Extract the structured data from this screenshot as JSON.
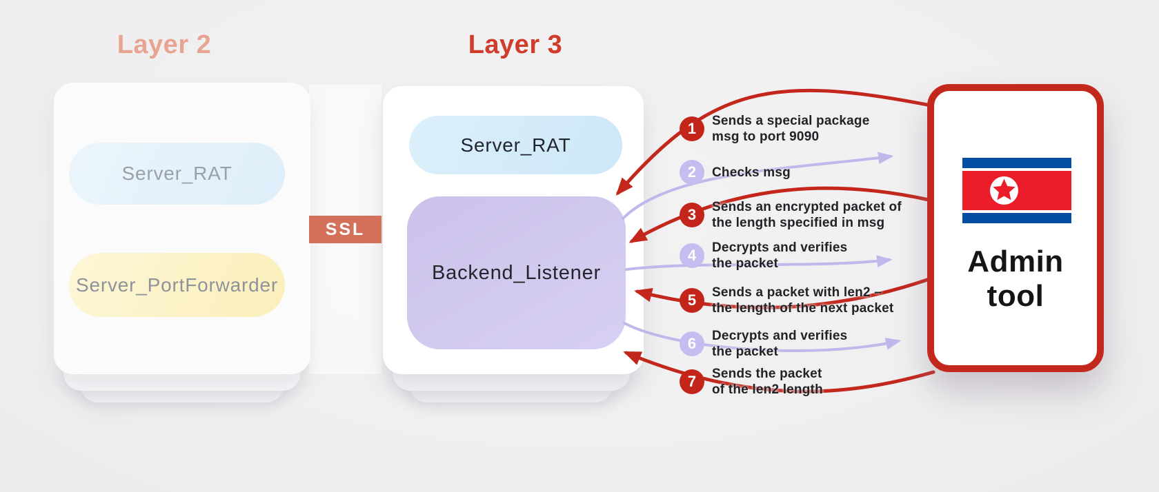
{
  "layer2": {
    "title": "Layer 2",
    "nodes": [
      "Server_RAT",
      "Server_PortForwarder"
    ]
  },
  "layer3": {
    "title": "Layer 3",
    "nodes": [
      "Server_RAT",
      "Backend_Listener"
    ]
  },
  "ssl": {
    "label": "SSL"
  },
  "admin": {
    "line1": "Admin",
    "line2": "tool",
    "flag": "north-korea-flag"
  },
  "steps": [
    {
      "num": "1",
      "color": "red",
      "lines": [
        "Sends a special package",
        "msg to port 9090"
      ]
    },
    {
      "num": "2",
      "color": "lavender",
      "lines": [
        "Checks msg"
      ]
    },
    {
      "num": "3",
      "color": "red",
      "lines": [
        "Sends an encrypted packet of",
        "the length specified in msg"
      ]
    },
    {
      "num": "4",
      "color": "lavender",
      "lines": [
        "Decrypts and verifies",
        "the packet"
      ]
    },
    {
      "num": "5",
      "color": "red",
      "lines": [
        "Sends a packet with len2 –",
        "the length of the next packet"
      ]
    },
    {
      "num": "6",
      "color": "lavender",
      "lines": [
        "Decrypts and verifies",
        "the packet"
      ]
    },
    {
      "num": "7",
      "color": "red",
      "lines": [
        "Sends the packet",
        "of the len2 length"
      ]
    }
  ],
  "colors": {
    "red_accent": "#c3261b",
    "lavender_accent": "#c2b7eb",
    "ssl_badge": "#d3705a",
    "layer2_title": "#e7a492",
    "layer3_title": "#d03b2a",
    "admin_border": "#c3281d",
    "flag_blue": "#034da2",
    "flag_red": "#ec1d2a"
  }
}
